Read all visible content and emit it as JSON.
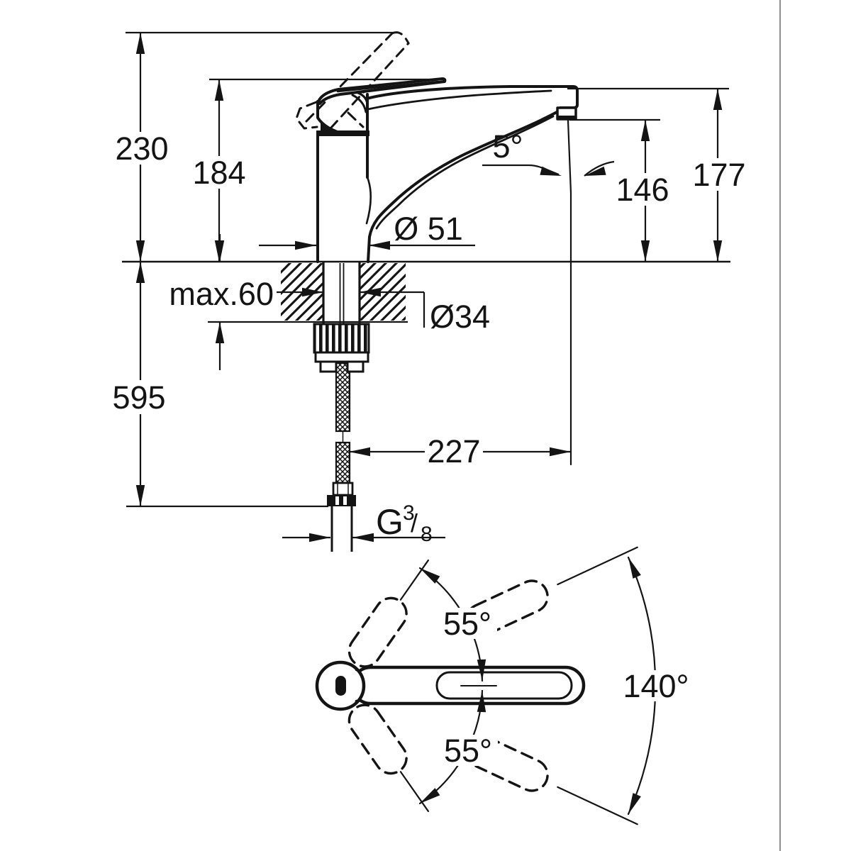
{
  "drawing": {
    "kind": "technical dimension drawing",
    "subject": "single-lever kitchen sink mixer faucet, side elevation with installation dimensions and top view showing handle/spout swivel range",
    "units": "mm",
    "colors": {
      "line": "#141414",
      "background": "#ffffff",
      "page_edge": "#8f8f8f"
    },
    "labels": {
      "overall_height": "230",
      "lever_height": "184",
      "stream_angle": "5°",
      "outlet_height": "146",
      "spout_height": "177",
      "body_diameter": "Ø 51",
      "deck_thickness": "max.60",
      "shank_diameter": "Ø34",
      "below_deck_length": "595",
      "spout_reach": "227",
      "swing_upper": "55°",
      "swing_lower": "55°",
      "swivel_total": "140°"
    },
    "thread": {
      "prefix": "G",
      "numerator": "3",
      "slash": "/",
      "denominator": "8"
    }
  }
}
